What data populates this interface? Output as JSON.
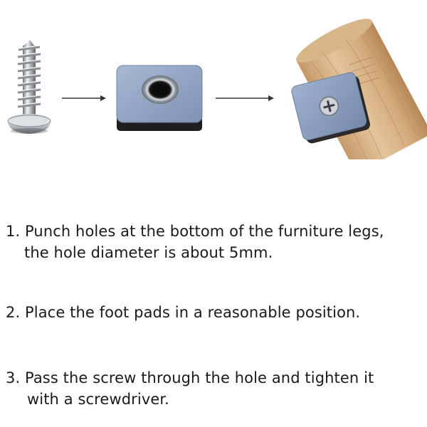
{
  "steps": [
    {
      "line1": "1. Punch holes at the bottom of the furniture legs,",
      "line2": "the hole diameter is about 5mm."
    },
    {
      "line1": "2. Place the foot pads in a reasonable position.",
      "line2": ""
    },
    {
      "line1": "3. Pass the screw through the hole and tighten it",
      "line2": "with a screwdriver."
    }
  ],
  "illustration": {
    "items": [
      "screw-icon",
      "arrow-right-icon",
      "foot-pad-icon",
      "arrow-right-icon",
      "furniture-leg-icon"
    ],
    "colors": {
      "pad_blue": "#8fa3c2",
      "pad_base": "#1e1e1e",
      "wood": "#d8b48a",
      "metal": "#c9ccd1"
    }
  }
}
